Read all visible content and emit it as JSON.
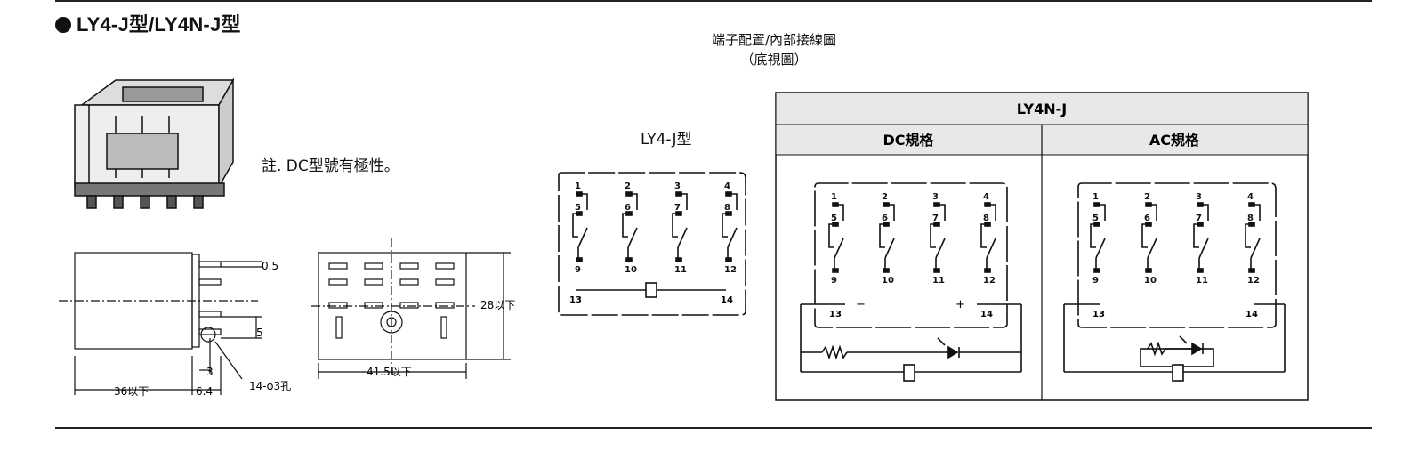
{
  "page": {
    "title": "LY4-J型/LY4N-J型",
    "terminal_header_line1": "端子配置/內部接線圖",
    "terminal_header_line2": "（底視圖）",
    "note": "註. DC型號有極性。"
  },
  "photo": {
    "icon": "relay-photo-icon"
  },
  "dimensions": {
    "side_view": {
      "pin_thickness": "0.5",
      "pin_pitch": "5",
      "pin_offset": "3",
      "body_length": "36以下",
      "pin_length": "6.4",
      "holes": "14-ϕ3孔"
    },
    "bottom_view": {
      "width": "41.5以下",
      "height": "28以下"
    }
  },
  "ly4j": {
    "title": "LY4-J型",
    "terminals_top": [
      "1",
      "2",
      "3",
      "4"
    ],
    "terminals_middle": [
      "5",
      "6",
      "7",
      "8"
    ],
    "terminals_bottom": [
      "9",
      "10",
      "11",
      "12"
    ],
    "coil_left": "13",
    "coil_right": "14"
  },
  "ly4n": {
    "title": "LY4N-J",
    "dc_header": "DC規格",
    "ac_header": "AC規格",
    "terminals_top": [
      "1",
      "2",
      "3",
      "4"
    ],
    "terminals_middle": [
      "5",
      "6",
      "7",
      "8"
    ],
    "terminals_bottom": [
      "9",
      "10",
      "11",
      "12"
    ],
    "coil_left": "13",
    "coil_right": "14",
    "dc_minus": "−",
    "dc_plus": "+"
  },
  "colors": {
    "line": "#111111",
    "table_header_bg": "#e8e8e8"
  }
}
